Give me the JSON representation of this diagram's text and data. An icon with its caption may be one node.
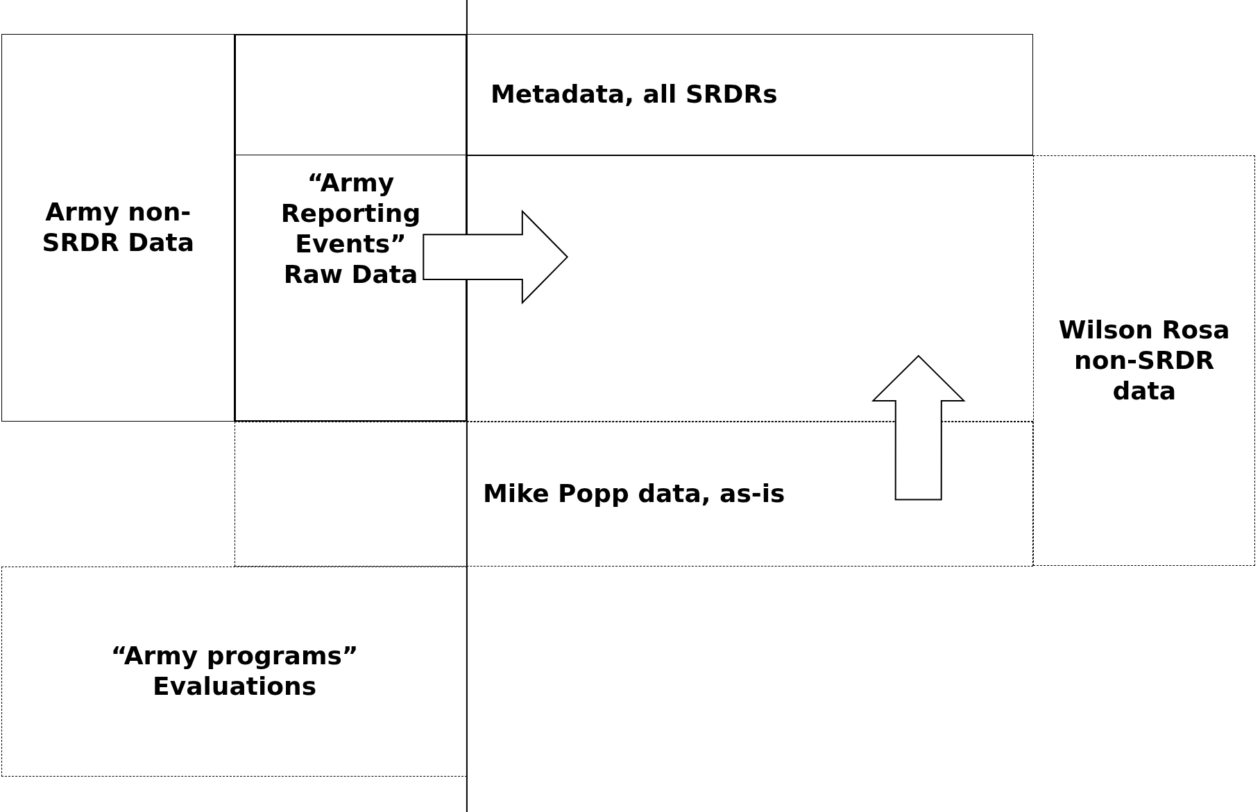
{
  "diagram": {
    "nodes": [
      {
        "text": [
          "Army non-SRDR Data"
        ]
      },
      {
        "text": [
          "Metadata, all SRDRs"
        ]
      },
      {
        "text": [
          "“Army Reporting Events” Raw Data"
        ]
      },
      {
        "text": [],
        "shape": "box"
      },
      {
        "text": [
          "Wilson Rosa non-SRDR data"
        ]
      },
      {
        "text": [
          "Mike Popp data, as-is"
        ]
      },
      {
        "text": [
          "“Army programs” Evaluations"
        ]
      }
    ],
    "edges": [
      {
        "from": 2,
        "to": 3,
        "arrow": "to"
      },
      {
        "from": 5,
        "to": 3,
        "arrow": "to"
      }
    ]
  }
}
